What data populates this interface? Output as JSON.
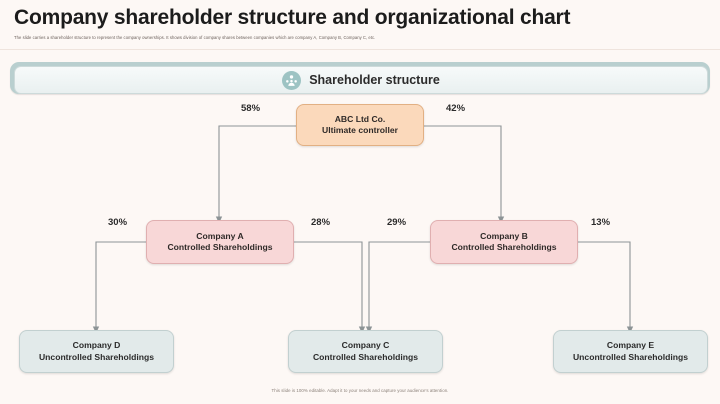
{
  "header": {
    "title": "Company shareholder structure and organizational chart",
    "subtitle": "The slide carries a shareholder structure to represent the company ownerships. It shows division of company shares between companies which are company A, Company B, Company C, etc."
  },
  "banner": {
    "label": "Shareholder structure",
    "icon": "group-people-icon",
    "outer_color": "#b9cfcf",
    "inner_color": "#f2f7f7"
  },
  "chart_data": {
    "type": "diagram",
    "title": "Shareholder structure",
    "nodes": [
      {
        "id": "root",
        "line1": "ABC Ltd Co.",
        "line2": "Ultimate controller",
        "level": 0,
        "color": "#fbd9bb"
      },
      {
        "id": "companyA",
        "line1": "Company A",
        "line2": "Controlled Shareholdings",
        "level": 1,
        "color": "#f8d7d7"
      },
      {
        "id": "companyB",
        "line1": "Company B",
        "line2": "Controlled Shareholdings",
        "level": 1,
        "color": "#f8d7d7"
      },
      {
        "id": "companyD",
        "line1": "Company D",
        "line2": "Uncontrolled Shareholdings",
        "level": 2,
        "color": "#e2eaea"
      },
      {
        "id": "companyC",
        "line1": "Company C",
        "line2": "Controlled Shareholdings",
        "level": 2,
        "color": "#e2eaea"
      },
      {
        "id": "companyE",
        "line1": "Company E",
        "line2": "Uncontrolled Shareholdings",
        "level": 2,
        "color": "#e2eaea"
      }
    ],
    "edges": [
      {
        "from": "root",
        "to": "companyA",
        "label": "58%"
      },
      {
        "from": "root",
        "to": "companyB",
        "label": "42%"
      },
      {
        "from": "companyA",
        "to": "companyD",
        "label": "30%"
      },
      {
        "from": "companyA",
        "to": "companyC",
        "label": "28%"
      },
      {
        "from": "companyB",
        "to": "companyC",
        "label": "29%"
      },
      {
        "from": "companyB",
        "to": "companyE",
        "label": "13%"
      }
    ]
  },
  "footer": {
    "note": "This slide is 100% editable. Adapt it to your needs and capture your audience's attention."
  }
}
